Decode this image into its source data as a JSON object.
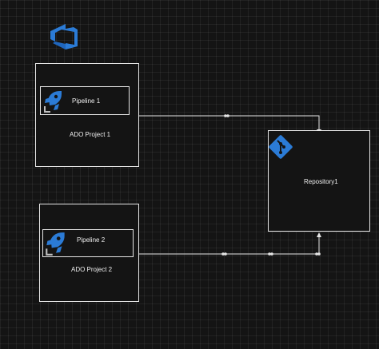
{
  "diagram": {
    "project1": {
      "label": "ADO Project 1",
      "pipeline_label": "Pipeline 1"
    },
    "project2": {
      "label": "ADO Project 2",
      "pipeline_label": "Pipeline 2"
    },
    "repository": {
      "label": "Repository1"
    }
  },
  "icons": {
    "top": "azure-devops-icon",
    "pipeline": "azure-pipelines-icon",
    "repository": "git-repo-icon"
  },
  "colors": {
    "background": "#141414",
    "stroke": "#e6e6e6",
    "azure_blue": "#2b7bd6"
  }
}
